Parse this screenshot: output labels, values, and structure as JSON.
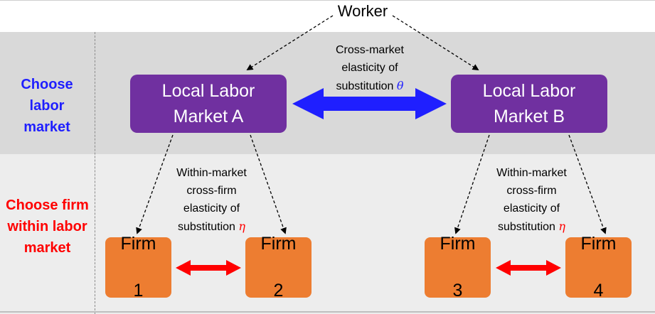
{
  "title": "Worker",
  "rows": {
    "top_label": [
      "Choose",
      "labor",
      "market"
    ],
    "bottom_label": [
      "Choose firm",
      "within labor",
      "market"
    ]
  },
  "markets": {
    "a": [
      "Local Labor",
      "Market A"
    ],
    "b": [
      "Local Labor",
      "Market B"
    ]
  },
  "firms": [
    [
      "Firm",
      "1"
    ],
    [
      "Firm",
      "2"
    ],
    [
      "Firm",
      "3"
    ],
    [
      "Firm",
      "4"
    ]
  ],
  "cross_market_note": {
    "lines": [
      "Cross-market",
      "elasticity of",
      "substitution"
    ],
    "symbol": "θ"
  },
  "within_market_note": {
    "lines": [
      "Within-market",
      "cross-firm",
      "elasticity of",
      "substitution"
    ],
    "symbol": "η"
  },
  "colors": {
    "market_fill": "#7030a0",
    "firm_fill": "#ed7d31",
    "cross_market_arrow": "#1f1fff",
    "cross_firm_arrow": "#ff0000",
    "top_band": "#d9d9d9",
    "bottom_band": "#ededed"
  }
}
